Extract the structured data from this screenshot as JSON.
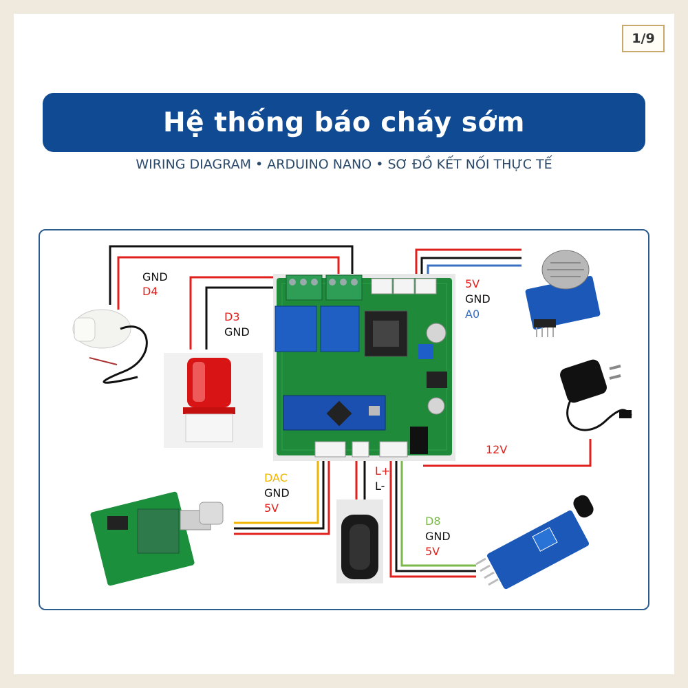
{
  "page": {
    "number": "1/9"
  },
  "title": "Hệ thống báo cháy sớm",
  "subtitle": "WIRING DIAGRAM • ARDUINO NANO • SƠ ĐỒ KẾT NỐI THỰC TẾ",
  "colors": {
    "banner": "#0f4a92",
    "red_wire": "#e0201c",
    "black_wire": "#111111",
    "blue_wire": "#3a6fc2",
    "yellow_wire": "#f0b400",
    "green_wire": "#7bb84a"
  },
  "labels": {
    "pump": {
      "gnd": "GND",
      "pin": "D4"
    },
    "beacon": {
      "pin": "D3",
      "gnd": "GND"
    },
    "gas_sensor": {
      "vcc": "5V",
      "gnd": "GND",
      "out": "A0"
    },
    "power": {
      "voltage": "12V"
    },
    "amplifier": {
      "dac": "DAC",
      "gnd": "GND",
      "vcc": "5V"
    },
    "speaker": {
      "plus": "L+",
      "minus": "L-"
    },
    "flame_sensor": {
      "pin": "D8",
      "gnd": "GND",
      "vcc": "5V"
    }
  }
}
